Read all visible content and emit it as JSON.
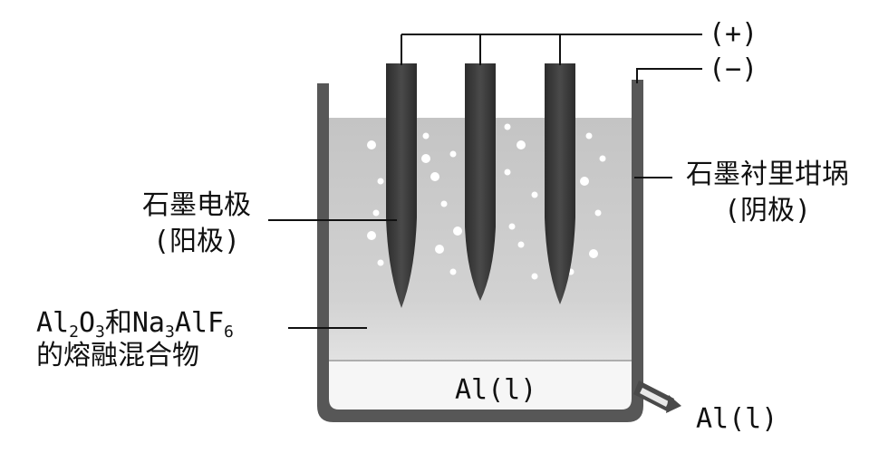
{
  "labels": {
    "positive": "(+)",
    "negative": "(−)",
    "anode": {
      "line1": "石墨电极",
      "line2": "(阳极)"
    },
    "cathode": {
      "line1": "石墨衬里坩埚",
      "line2": "(阴极)"
    },
    "electrolyte": {
      "al": "Al",
      "sub_2": "2",
      "o": "O",
      "sub_3": "3",
      "he_na": "和Na",
      "sub_3b": "3",
      "alf": "AlF",
      "sub_6": "6",
      "line2": "的熔融混合物"
    },
    "molten_al_inside": "Al(l)",
    "molten_al_outlet": "Al(l)"
  },
  "colors": {
    "electrode": "#3a3a3a",
    "crucible_wall": "#555555",
    "electrolyte": "#bdbdbd",
    "molten_al": "#f4f4f4",
    "wire": "#111111"
  }
}
